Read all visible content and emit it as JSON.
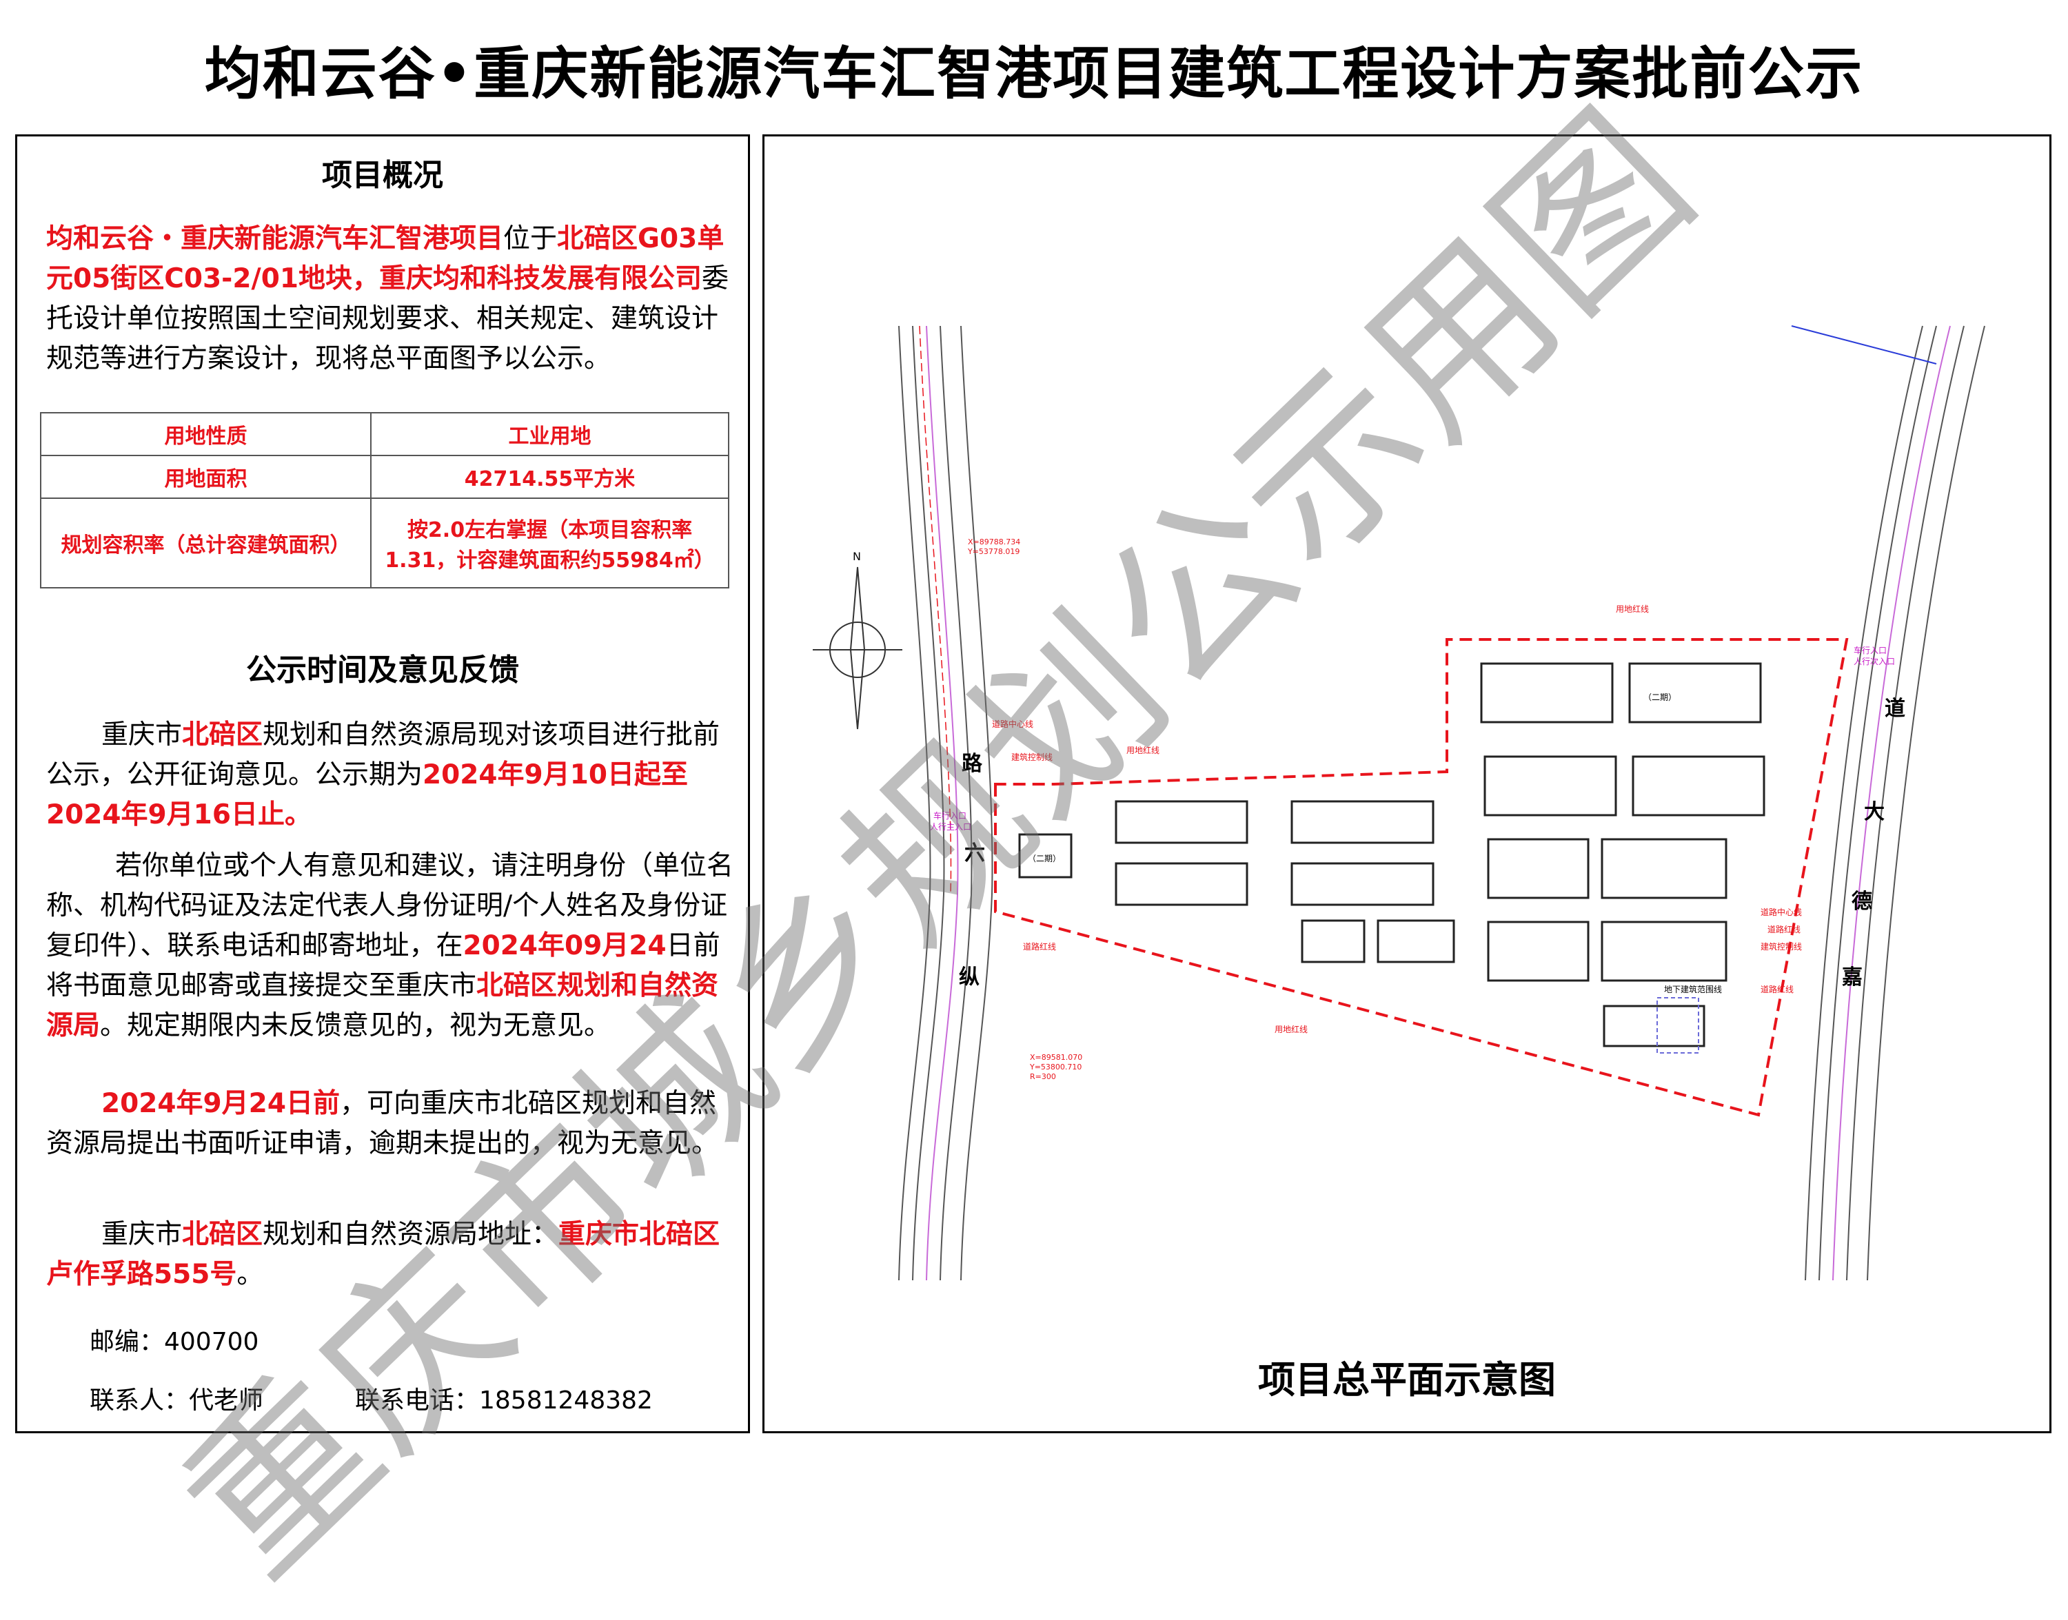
{
  "title": "均和云谷•重庆新能源汽车汇智港项目建筑工程设计方案批前公示",
  "overview": {
    "heading": "项目概况",
    "p1_a": "均和云谷・重庆新能源汽车汇智港项目",
    "p1_b": "位于",
    "p1_c": "北碚区G03单元05街区C03-2/01地块，重庆均和科技发展有限公司",
    "p1_d": "委托设计单位按照国土空间规划要求、相关规定、建筑设计规范等进行方案设计，现将总平面图予以公示。"
  },
  "table": [
    {
      "label": "用地性质",
      "value": "工业用地"
    },
    {
      "label": "用地面积",
      "value": "42714.55平方米"
    },
    {
      "label": "规划容积率（总计容建筑面积）",
      "value": "按2.0左右掌握（本项目容积率1.31，计容建筑面积约55984㎡）"
    }
  ],
  "feedback": {
    "heading": "公示时间及意见反馈",
    "p1_a": "重庆市",
    "p1_b": "北碚区",
    "p1_c": "规划和自然资源局现对该项目进行批前公示，公开征询意见。公示期为",
    "p1_d": "2024年9月10日起至2024年9月16日止。",
    "p2_a": "若你单位或个人有意见和建议，请注明身份（单位名称、机构代码证及法定代表人身份证明/个人姓名及身份证复印件）、联系电话和邮寄地址，在",
    "p2_b": "2024年09月24",
    "p2_c": "日前将书面意见邮寄或直接提交至重庆市",
    "p2_d": "北碚区规划和自然资源局",
    "p2_e": "。规定期限内未反馈意见的，视为无意见。",
    "p3_a": "2024年9月24日前",
    "p3_b": "，可向重庆市北碚区规划和自然资源局提出书面听证申请，逾期未提出的，视为无意见。",
    "p4_a": "重庆市",
    "p4_b": "北碚区",
    "p4_c": "规划和自然资源局地址：",
    "p4_d": "重庆市北碚区卢作孚路555号",
    "p4_e": "。"
  },
  "contact": {
    "postcode": "邮编：400700",
    "person": "联系人：代老师",
    "phone": "联系电话：18581248382"
  },
  "map": {
    "caption": "项目总平面示意图",
    "road_left": [
      "路",
      "六",
      "纵"
    ],
    "road_right": [
      "道",
      "大",
      "德",
      "嘉"
    ],
    "north": "N",
    "labels": {
      "road_center": "道路中心线",
      "build_control": "建筑控制线",
      "red_line": "用地红线",
      "road_red": "道路红线",
      "basement": "地下建筑范围线",
      "entry_left": "车行入口",
      "entry_left2": "人行主入口",
      "entry_right": "车行入口",
      "entry_right2": "人行次入口",
      "phase2": "（二期）",
      "coord_top_x": "X=89788.734",
      "coord_top_y": "Y=53778.019",
      "coord_bot_x": "X=89581.070",
      "coord_bot_y": "Y=53800.710",
      "coord_bot_r": "R=300"
    }
  },
  "watermark": "重庆市城乡规划公示用图",
  "colors": {
    "accent": "#e8141c",
    "watermark": "#6e6e6e"
  }
}
